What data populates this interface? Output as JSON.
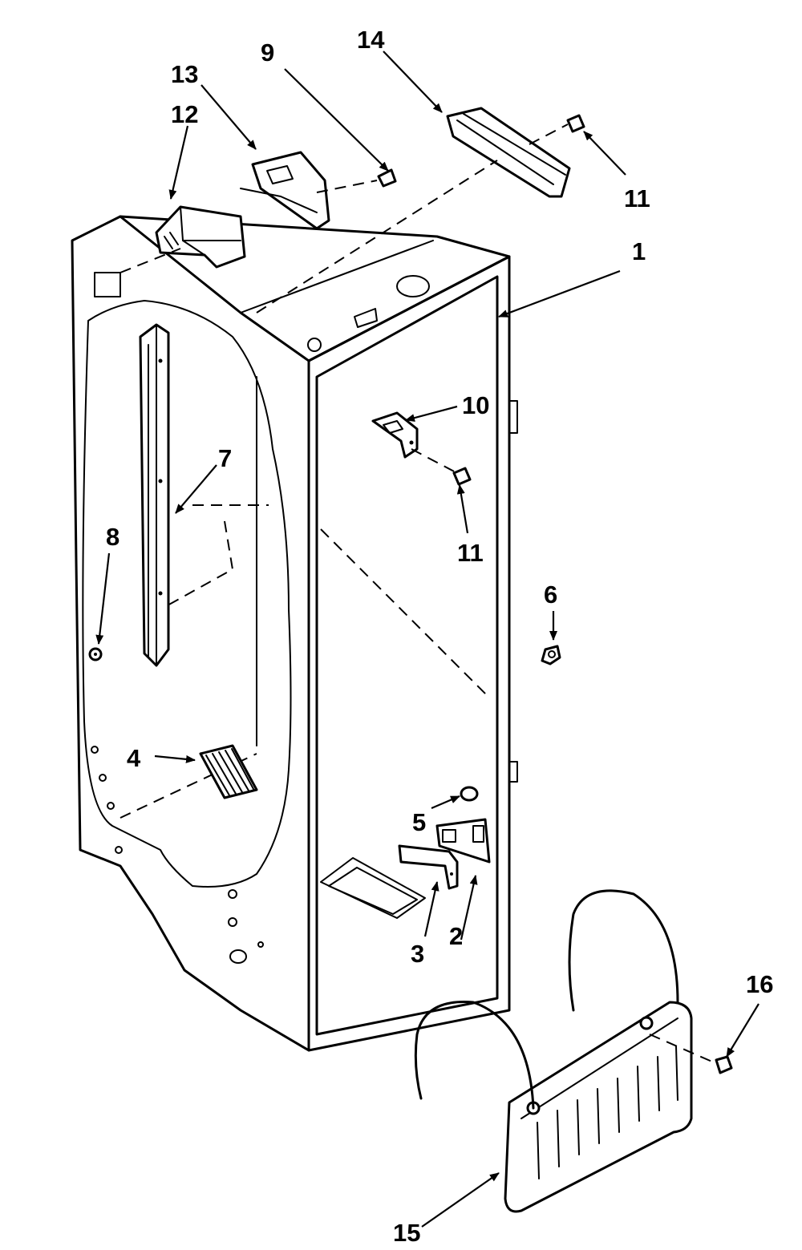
{
  "diagram": {
    "callouts": {
      "c1": "1",
      "c2": "2",
      "c3": "3",
      "c4": "4",
      "c5": "5",
      "c6": "6",
      "c7": "7",
      "c8": "8",
      "c9": "9",
      "c10": "10",
      "c11a": "11",
      "c11b": "11",
      "c12": "12",
      "c13": "13",
      "c14": "14",
      "c15": "15",
      "c16": "16"
    }
  }
}
